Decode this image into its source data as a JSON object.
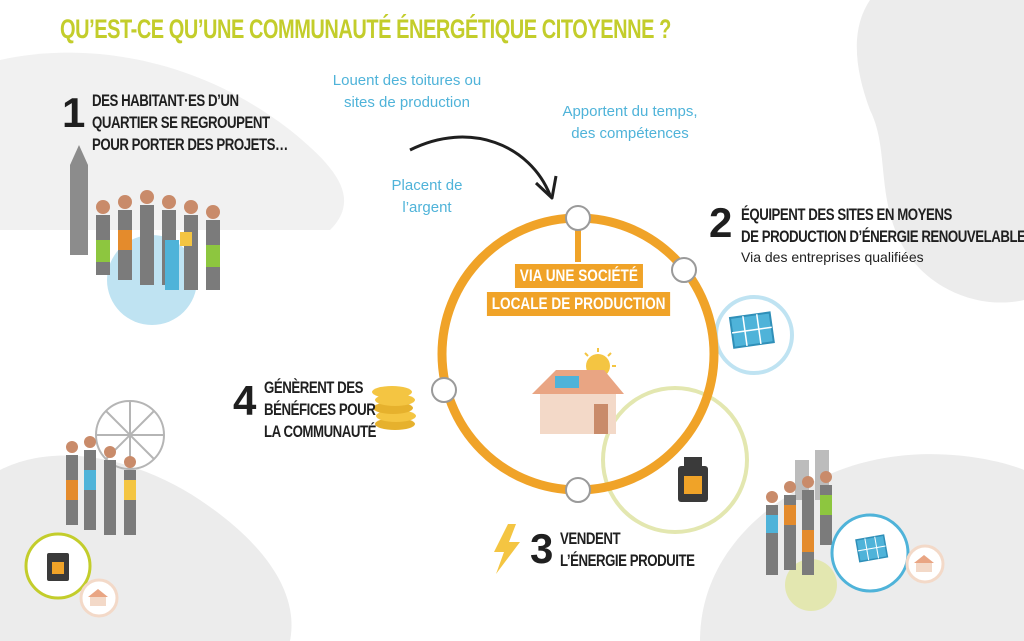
{
  "title": "QU’EST-CE QU’UNE COMMUNAUTÉ ÉNERGÉTIQUE CITOYENNE ?",
  "contributions": {
    "rooftops": [
      "Louent des toitures ou",
      "sites de production"
    ],
    "time": [
      "Apportent du temps,",
      "des compétences"
    ],
    "money": [
      "Placent de",
      "l’argent"
    ]
  },
  "center": {
    "line1": "VIA UNE SOCIÉTÉ",
    "line2": "LOCALE DE PRODUCTION"
  },
  "steps": [
    {
      "number": "1",
      "lines": [
        "DES HABITANT·ES D’UN",
        "QUARTIER SE REGROUPENT",
        "POUR PORTER DES PROJETS…"
      ]
    },
    {
      "number": "2",
      "lines": [
        "ÉQUIPENT DES SITES EN MOYENS",
        "DE PRODUCTION D’ÉNERGIE RENOUVELABLE"
      ],
      "sub": "Via des entreprises qualifiées"
    },
    {
      "number": "3",
      "lines": [
        "VENDENT",
        "L’ÉNERGIE PRODUITE"
      ]
    },
    {
      "number": "4",
      "lines": [
        "GÉNÈRENT DES",
        "BÉNÉFICES POUR",
        "LA COMMUNAUTÉ"
      ]
    }
  ],
  "colors": {
    "title": "#c3cd2b",
    "contribution_text": "#4fb3d9",
    "cycle_ring": "#f0a328",
    "background_blob": "#ececec",
    "accent_blue": "#4fb3d9",
    "accent_green": "#d6dc8f"
  },
  "icons": [
    "people-group-icon",
    "solar-panel-icon",
    "stove-icon",
    "house-solar-icon",
    "coins-icon",
    "lightning-icon",
    "ferris-wheel-icon",
    "curved-arrow-icon"
  ]
}
